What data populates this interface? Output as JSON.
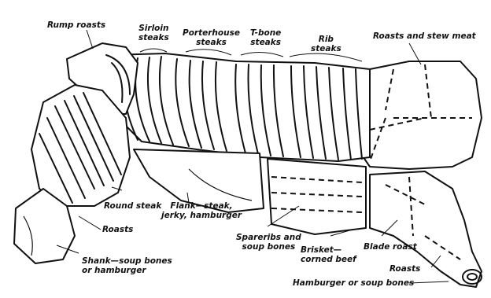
{
  "labels": {
    "rump_roasts": "Rump roasts",
    "sirloin": "Sirloin\nsteaks",
    "porterhouse": "Porterhouse\nsteaks",
    "tbone": "T-bone\nsteaks",
    "rib": "Rib\nsteaks",
    "roasts_stew": "Roasts and stew meat",
    "round_steak": "Round steak",
    "roasts_left": "Roasts",
    "flank": "Flank—steak,\njerky, hamburger",
    "shank": "Shank—soup bones\nor hamburger",
    "spareribs": "Spareribs and\nsoup bones",
    "brisket": "Brisket—\ncorned beef",
    "blade_roast": "Blade roast",
    "roasts_right": "Roasts",
    "hamburger_soup": "Hamburger or soup bones"
  }
}
